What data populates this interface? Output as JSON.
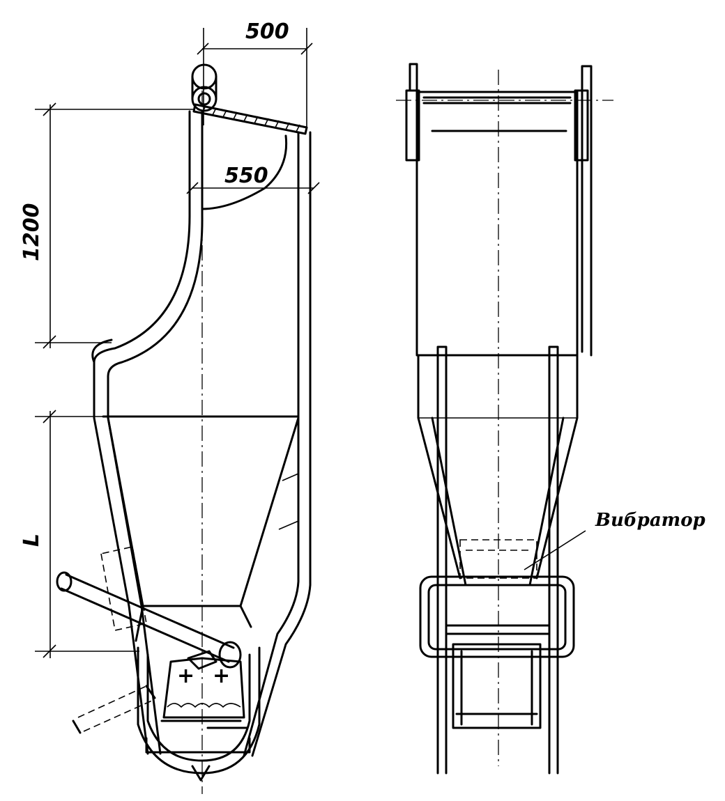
{
  "dimensions": {
    "top_width": "500",
    "inner_width": "550",
    "height": "1200",
    "length": "L"
  },
  "labels": {
    "vibrator": "Вибратор"
  }
}
